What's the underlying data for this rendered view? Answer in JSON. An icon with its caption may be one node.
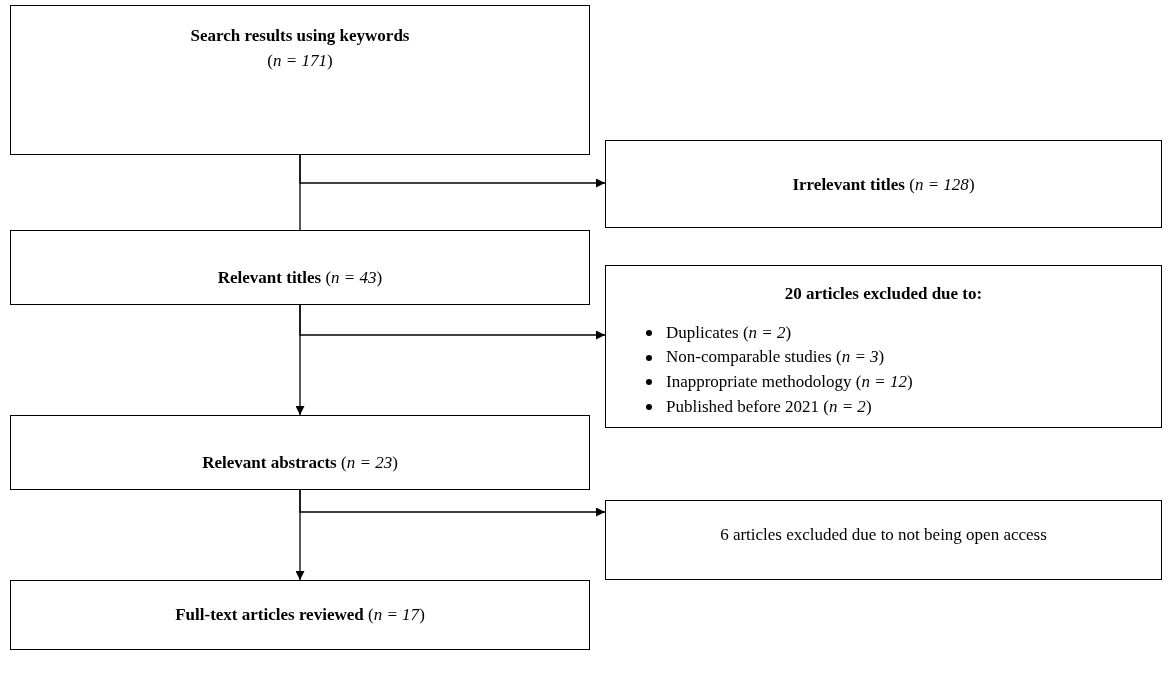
{
  "diagram": {
    "nodes": [
      {
        "text": [
          "Search results using keywords",
          "(*n = 171*)"
        ]
      },
      {
        "text": [
          "**Irrelevant titles** (*n = 128*)"
        ]
      },
      {
        "text": [
          "**Relevant titles** (*n = 43*)"
        ]
      },
      {
        "text": [
          "20 articles excluded due to:",
          "Duplicates (*n = 2*)",
          "Non-comparable studies (*n = 3*)",
          "Inappropriate methodology (*n = 12*)",
          "Published before 2021 (*n = 2*)"
        ]
      },
      {
        "text": [
          "**Relevant abstracts** (*n = 23*)"
        ]
      },
      {
        "text": [
          "6 articles excluded due to not being open access"
        ]
      },
      {
        "text": [
          "**Full-text articles reviewed** (*n = 17*)"
        ]
      }
    ],
    "edges": [
      {
        "from": 0,
        "to": 2,
        "arrow": "none"
      },
      {
        "from": 0,
        "to": 1,
        "arrow": "to"
      },
      {
        "from": 2,
        "to": 4,
        "arrow": "to"
      },
      {
        "from": 2,
        "to": 3,
        "arrow": "to"
      },
      {
        "from": 4,
        "to": 6,
        "arrow": "to"
      },
      {
        "from": 4,
        "to": 5,
        "arrow": "to"
      }
    ]
  }
}
